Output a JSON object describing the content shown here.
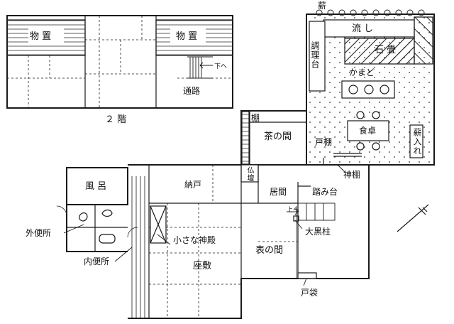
{
  "title": "",
  "second_floor": {
    "floor_label": "２ 階",
    "storage_left": "物 置",
    "storage_right": "物 置",
    "passage": "通路",
    "stair_sign": "下へ"
  },
  "kitchen": {
    "firewood_top": "薪",
    "sink": "流 し",
    "stone_floor": "石 畳",
    "prep_counter": "調理台",
    "stove": "かまど",
    "dining_table": "食卓",
    "cupboard": "戸棚",
    "firewood_storage": "薪入れ",
    "kamidana_shelf": "神棚"
  },
  "rooms": {
    "shelf": "棚",
    "tea_room": "茶の間",
    "butsudan": "仏壇",
    "bath": "風 呂",
    "closet": "納戸",
    "living": "居間",
    "step": "踏み台",
    "stair_up": "上へ",
    "outer_toilet": "外便所",
    "inner_toilet": "内便所",
    "small_shrine": "小さな神殿",
    "main_pillar": "大黒柱",
    "zashiki": "座敷",
    "front_room": "表の間",
    "shutter_box": "戸袋"
  },
  "colors": {
    "line": "#1a1a1a",
    "paper": "#ffffff"
  }
}
